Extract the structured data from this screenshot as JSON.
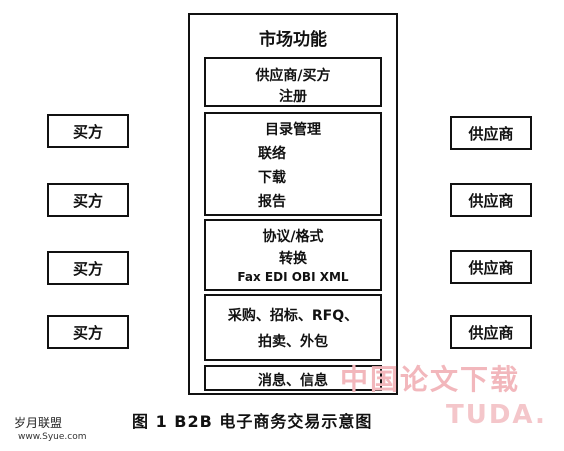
{
  "diagram": {
    "buyers": [
      "买方",
      "买方",
      "买方",
      "买方"
    ],
    "suppliers": [
      "供应商",
      "供应商",
      "供应商",
      "供应商"
    ],
    "market": {
      "title": "市场功能",
      "sections": [
        [
          "供应商/买方",
          "注册"
        ],
        [
          "目录管理",
          "联络",
          "下载",
          "报告"
        ],
        [
          "协议/格式",
          "转换",
          "Fax EDI OBI XML"
        ],
        [
          "采购、招标、RFQ、",
          "拍卖、外包"
        ],
        [
          "消息、信息"
        ]
      ]
    },
    "caption": "图 1   B2B 电子商务交易示意图"
  },
  "watermarks": {
    "left_text": "岁月联盟",
    "left_url": "www.Syue.com",
    "right_text": "中国论文下载",
    "right_url": "TUDA."
  }
}
